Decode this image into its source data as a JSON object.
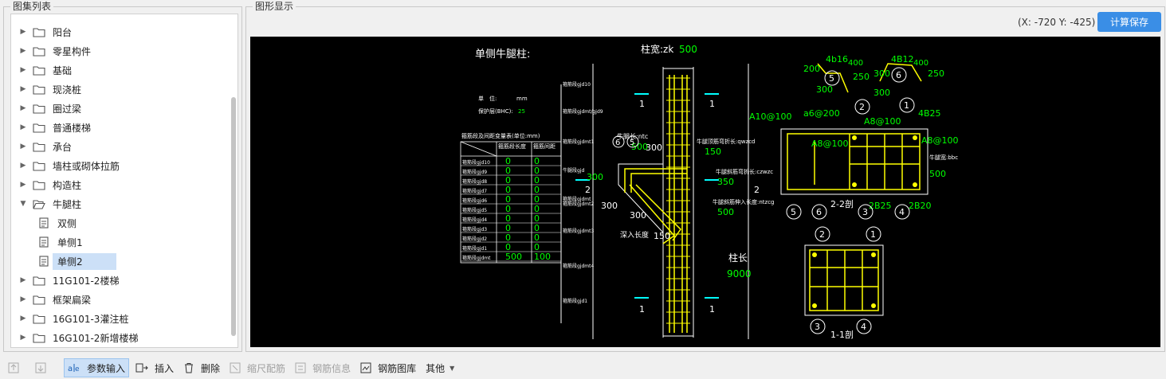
{
  "left_panel": {
    "title": "图集列表",
    "tree": [
      {
        "label": "阳台",
        "type": "folder",
        "expanded": false
      },
      {
        "label": "零星构件",
        "type": "folder",
        "expanded": false
      },
      {
        "label": "基础",
        "type": "folder",
        "expanded": false
      },
      {
        "label": "现浇桩",
        "type": "folder",
        "expanded": false
      },
      {
        "label": "圈过梁",
        "type": "folder",
        "expanded": false
      },
      {
        "label": "普通楼梯",
        "type": "folder",
        "expanded": false
      },
      {
        "label": "承台",
        "type": "folder",
        "expanded": false
      },
      {
        "label": "墙柱或砌体拉筋",
        "type": "folder",
        "expanded": false
      },
      {
        "label": "构造柱",
        "type": "folder",
        "expanded": false
      },
      {
        "label": "牛腿柱",
        "type": "folder",
        "expanded": true
      },
      {
        "label": "双侧",
        "type": "doc",
        "selected": false
      },
      {
        "label": "单侧1",
        "type": "doc",
        "selected": false
      },
      {
        "label": "单侧2",
        "type": "doc",
        "selected": true
      },
      {
        "label": "11G101-2楼梯",
        "type": "folder",
        "expanded": false
      },
      {
        "label": "框架扁梁",
        "type": "folder",
        "expanded": false
      },
      {
        "label": "16G101-3灌注桩",
        "type": "folder",
        "expanded": false
      },
      {
        "label": "16G101-2新增楼梯",
        "type": "folder",
        "expanded": false
      }
    ]
  },
  "right_panel": {
    "title": "图形显示",
    "coords": "(X: -720 Y: -425)",
    "calc_save": "计算保存"
  },
  "drawing": {
    "title": "单侧牛腿柱:",
    "col_width_label": "柱宽:zk",
    "col_width_value": "500",
    "unit_label": "单　位:",
    "unit_value": "mm",
    "cover_label": "保护层(BHC):",
    "cover_value": "25",
    "table_title": "箍筋段及间距变量表(单位:mm)",
    "table_col1": "箍筋段长度",
    "table_col2": "箍筋间距",
    "table_rows": [
      {
        "name": "箍筋段gjd10",
        "a": "0",
        "b": "0"
      },
      {
        "name": "箍筋段gjd9",
        "a": "0",
        "b": "0"
      },
      {
        "name": "箍筋段gjd8",
        "a": "0",
        "b": "0"
      },
      {
        "name": "箍筋段gjd7",
        "a": "0",
        "b": "0"
      },
      {
        "name": "箍筋段gjd6",
        "a": "0",
        "b": "0"
      },
      {
        "name": "箍筋段gjd5",
        "a": "0",
        "b": "0"
      },
      {
        "name": "箍筋段gjd4",
        "a": "0",
        "b": "0"
      },
      {
        "name": "箍筋段gjd3",
        "a": "0",
        "b": "0"
      },
      {
        "name": "箍筋段gjd2",
        "a": "0",
        "b": "0"
      },
      {
        "name": "箍筋段gjd1",
        "a": "0",
        "b": "0"
      },
      {
        "name": "箍筋段gjdmt",
        "a": "500",
        "b": "100"
      }
    ],
    "side_labels": [
      "箍筋段gjd10",
      "箍筋段gjdmt/gjd9",
      "箍筋段gjdmt1",
      "牛腿段gjd",
      "箍筋段gjdmt",
      "箍筋段gjdmt2",
      "箍筋段gjdmt3",
      "箍筋段gjdmt4",
      "箍筋段gjd1"
    ],
    "corbel_len_label": "牛腿长:ntc",
    "corbel_len_value": "500",
    "dim_300_a": "300",
    "dim_300_b": "300",
    "dim_300_c": "300",
    "dim_300_d": "300",
    "dim_150": "150",
    "dim_350": "350",
    "dim_500_r": "500",
    "dim_150_b": "150",
    "top_bend_label": "牛腿顶筋弯折长:qwzcd",
    "side_bend_label": "牛腿斜筋弯折长:czwzc",
    "side_ext_label": "牛腿斜筋伸入长度:ntzcg",
    "anchor_label": "深入长度",
    "col_len_label": "柱长",
    "col_len_value": "9000",
    "sec_mark_1": "1",
    "sec_mark_2": "2",
    "rebar_5": "4b16",
    "rebar_5_dim_a": "400",
    "rebar_5_dim_b": "200",
    "rebar_5_dim_c": "300",
    "rebar_6": "4B12",
    "rebar_6_dim_a": "400",
    "rebar_6_dim_b": "250",
    "rebar_6_dim_c": "300",
    "rebar_6_dim_d": "250",
    "rebar_6_dim_e": "300",
    "s22_a10": "A10@100",
    "s22_a6": "a6@200",
    "s22_a8_top": "A8@100",
    "s22_a8_mid": "A8@100",
    "s22_a8_right": "A8@100",
    "s22_4b25": "4B25",
    "s22_ntk": "牛腿宽:bbc",
    "s22_500": "500",
    "s22_title": "2-2剖",
    "s22_2b25": "2B25",
    "s22_2b20": "2B20",
    "s11_title": "1-1剖",
    "n1": "1",
    "n2": "2",
    "n3": "3",
    "n4": "4",
    "n5": "5",
    "n6": "6"
  },
  "toolbar": [
    {
      "label": "",
      "icon": "arrow-up-icon",
      "disabled": true
    },
    {
      "label": "",
      "icon": "arrow-down-icon",
      "disabled": true
    },
    {
      "label": "参数输入",
      "icon": "param-input-icon",
      "active": true
    },
    {
      "label": "插入",
      "icon": "insert-icon"
    },
    {
      "label": "删除",
      "icon": "trash-icon"
    },
    {
      "label": "缩尺配筋",
      "icon": "scale-icon",
      "disabled": true
    },
    {
      "label": "钢筋信息",
      "icon": "rebar-info-icon",
      "disabled": true
    },
    {
      "label": "钢筋图库",
      "icon": "rebar-library-icon"
    },
    {
      "label": "其他",
      "icon": "chevron-down-icon"
    }
  ],
  "colors": {
    "accent": "#3a8ee6",
    "selection": "#cce0f7",
    "cad_bg": "#000000",
    "cad_yellow": "#ffff00",
    "cad_green": "#00ff00",
    "cad_white": "#ffffff",
    "cad_cyan": "#00ffff"
  }
}
